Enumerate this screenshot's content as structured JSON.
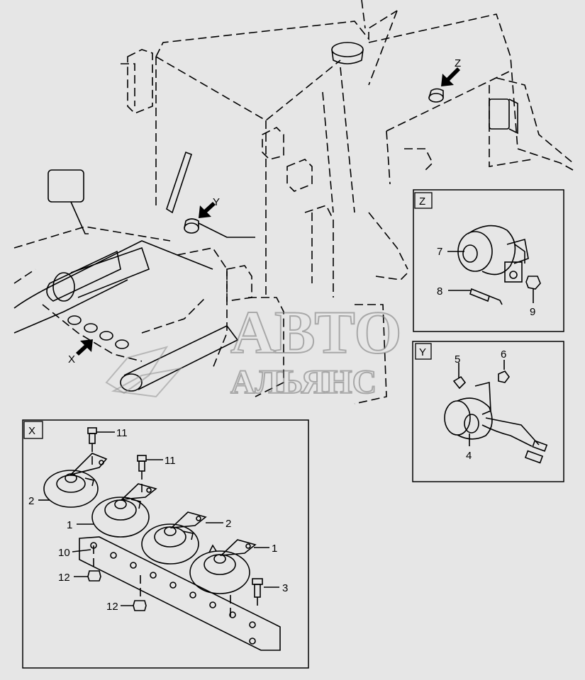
{
  "diagram": {
    "watermark": [
      "АВТО",
      "АЛЬЯНС"
    ],
    "view_markers": [
      "X",
      "Y",
      "Z"
    ],
    "panel_z": {
      "label": "Z",
      "callouts": [
        "7",
        "8",
        "9"
      ]
    },
    "panel_y": {
      "label": "Y",
      "callouts": [
        "5",
        "6",
        "4"
      ]
    },
    "panel_x": {
      "label": "X",
      "callouts": [
        "11",
        "11",
        "2",
        "1",
        "2",
        "1",
        "10",
        "12",
        "3",
        "12"
      ]
    }
  }
}
